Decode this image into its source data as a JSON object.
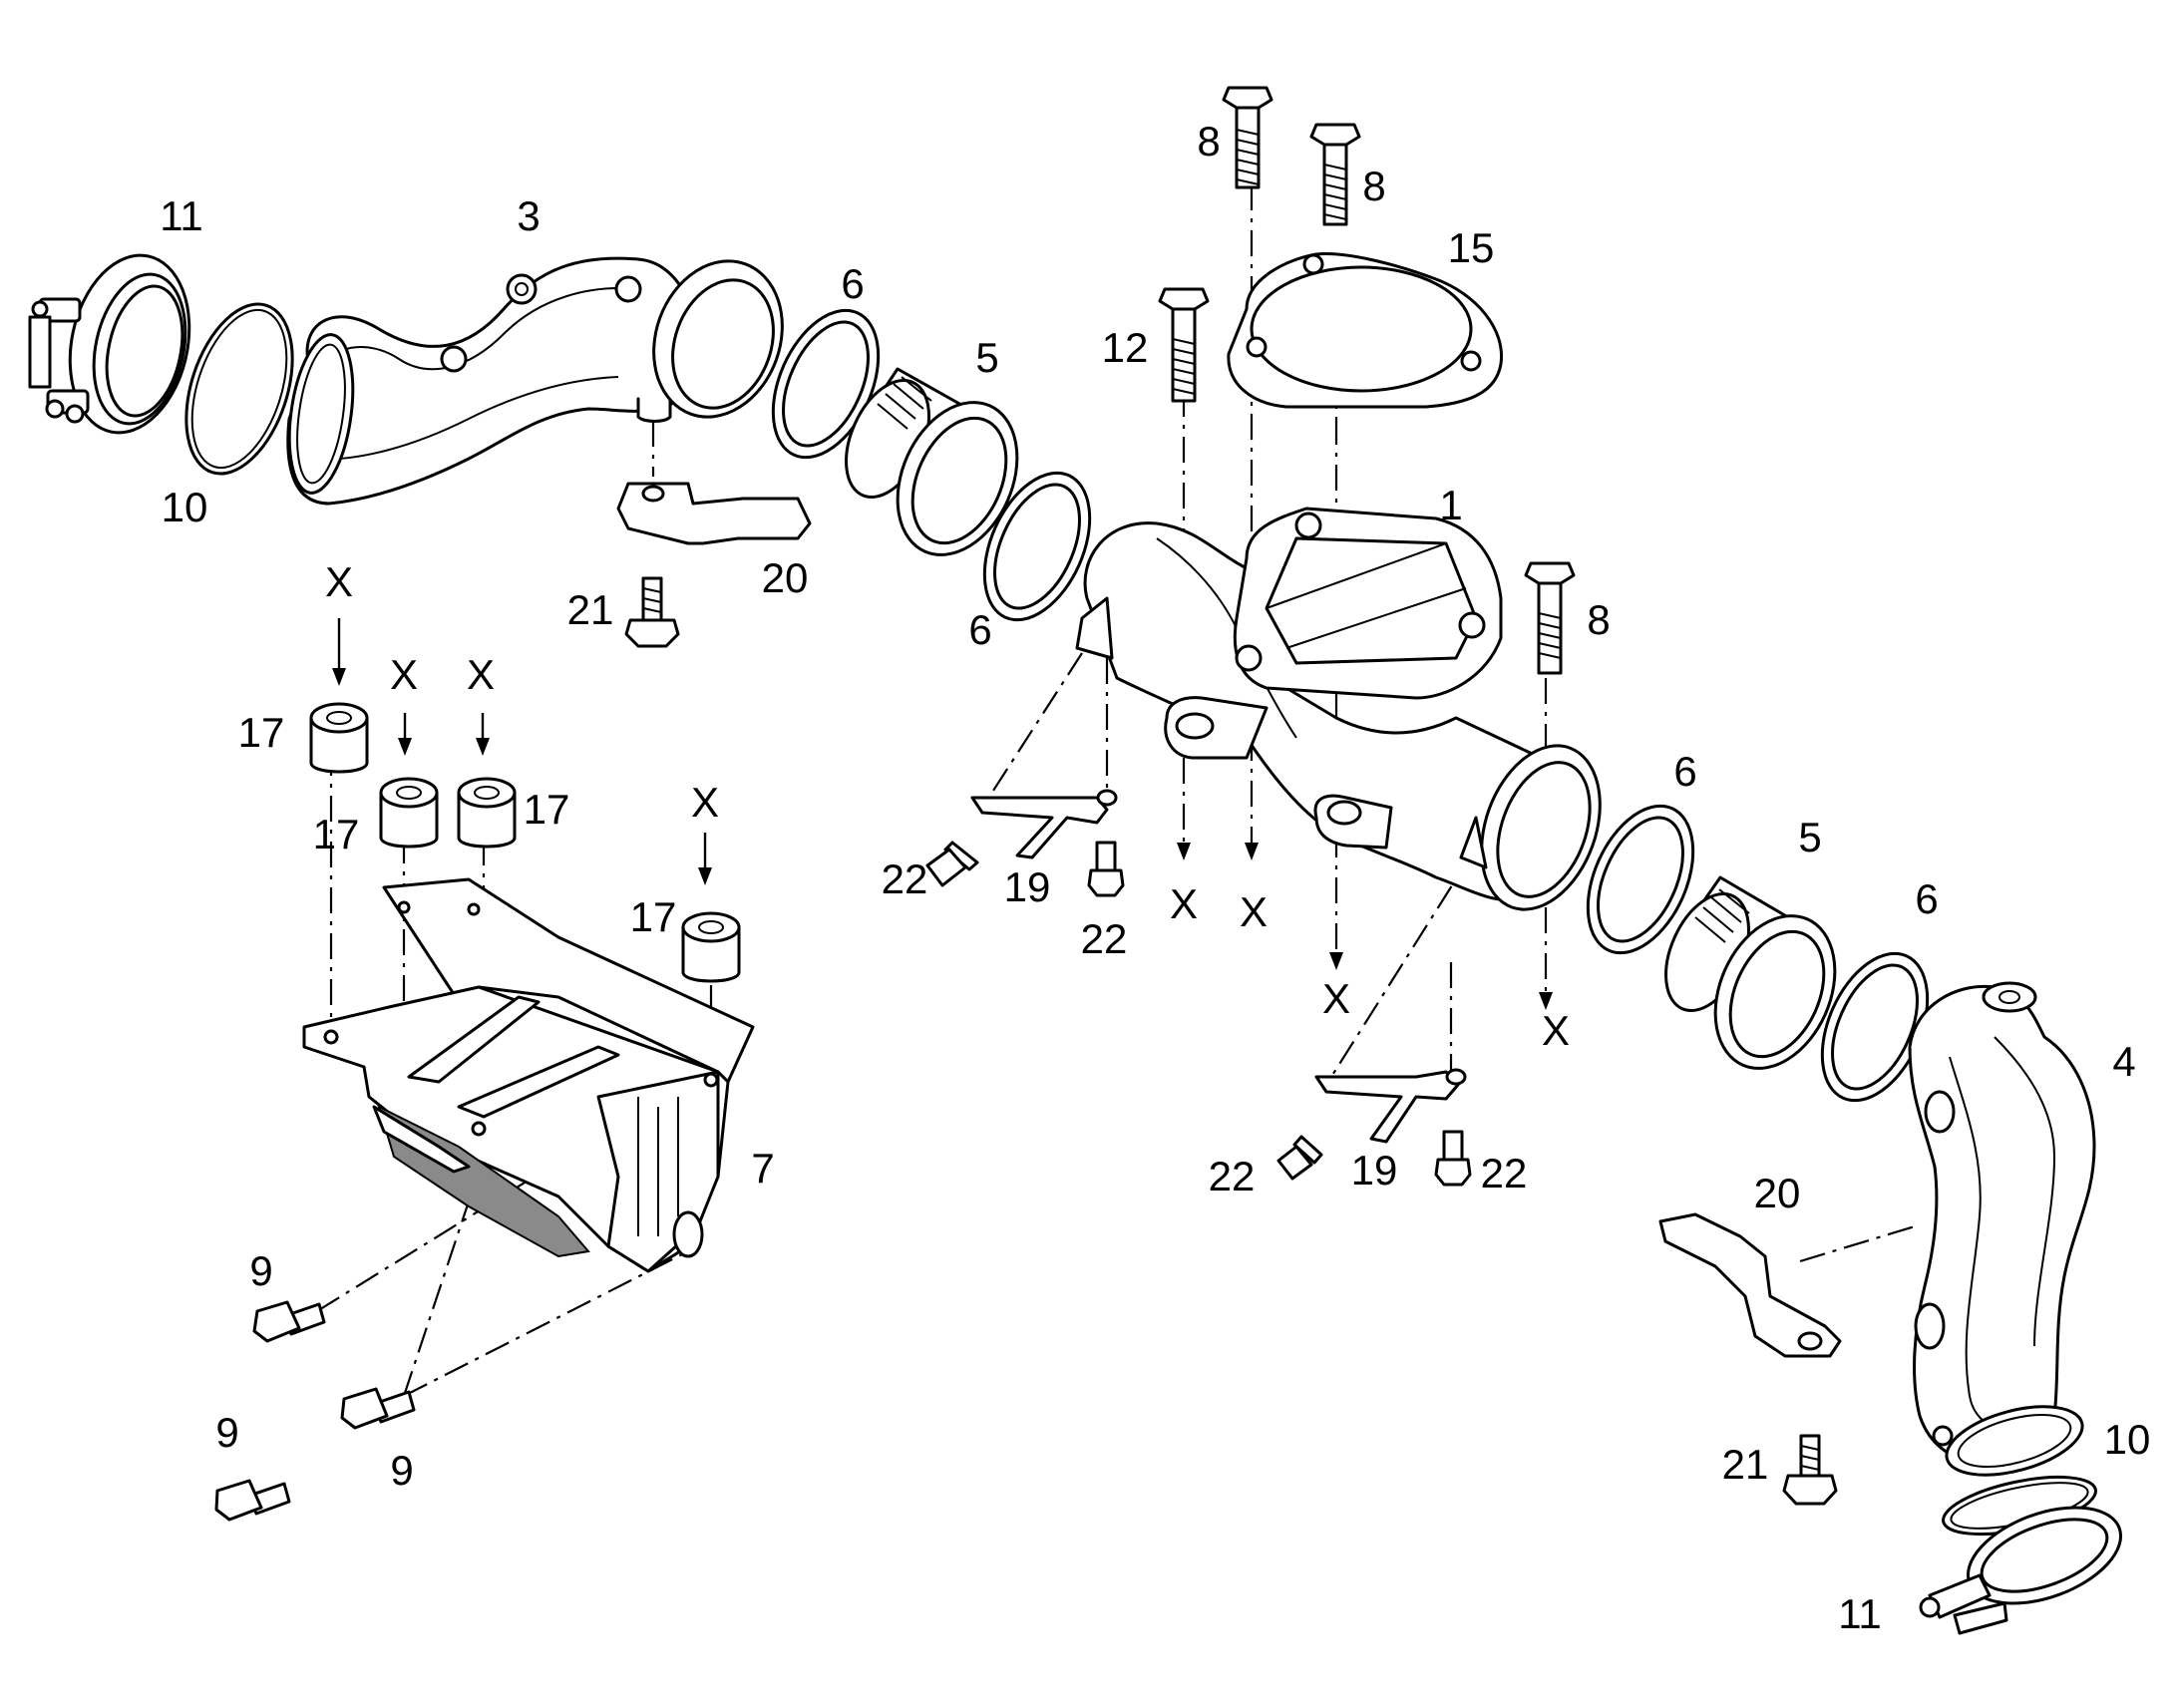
{
  "labels": {
    "p1": "1",
    "p3": "3",
    "p4": "4",
    "p5a": "5",
    "p5b": "5",
    "p6a": "6",
    "p6b": "6",
    "p6c": "6",
    "p6d": "6",
    "p7": "7",
    "p8a": "8",
    "p8b": "8",
    "p8c": "8",
    "p9a": "9",
    "p9b": "9",
    "p9c": "9",
    "p10a": "10",
    "p10b": "10",
    "p11a": "11",
    "p11b": "11",
    "p12": "12",
    "p15": "15",
    "p17a": "17",
    "p17b": "17",
    "p17c": "17",
    "p17d": "17",
    "p19a": "19",
    "p19b": "19",
    "p20a": "20",
    "p20b": "20",
    "p21a": "21",
    "p21b": "21",
    "p22a": "22",
    "p22b": "22",
    "p22c": "22",
    "p22d": "22",
    "x": "X"
  },
  "colors": {
    "line": "#000000",
    "background": "#ffffff",
    "shade": "#8a8a8a"
  }
}
